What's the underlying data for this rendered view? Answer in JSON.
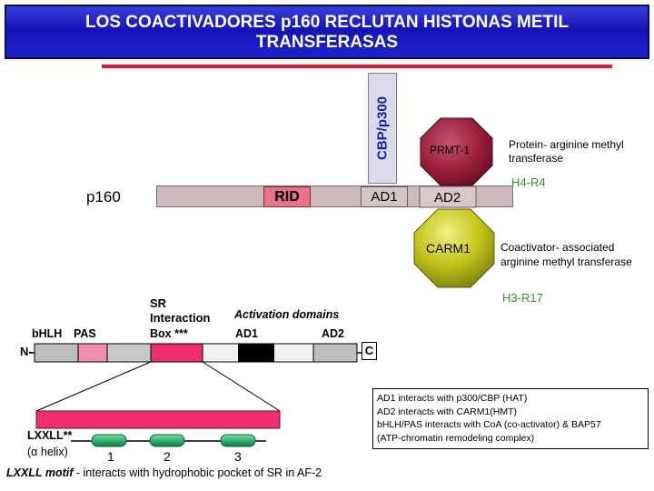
{
  "title": "LOS COACTIVADORES p160 RECLUTAN HISTONAS METIL\nTRANSFERASAS",
  "p160_label": "p160",
  "domains": {
    "rid": "RID",
    "ad1": "AD1",
    "ad2": "AD2"
  },
  "cbp_label": "CBP/p300",
  "prmt_label": "PRMT-1",
  "prmt_description": "Protein- arginine methyl transferase",
  "prmt_target": "H4-R4",
  "carm_label": "CARM1",
  "carm_description": "Coactivator- associated arginine methyl transferase",
  "carm_target": "H3-R17",
  "schematic": {
    "sr_header": "SR\nInteraction",
    "activation_domains": "Activation domains",
    "bhlh": "bHLH",
    "pas": "PAS",
    "box": "Box ***",
    "ad1": "AD1",
    "ad2": "AD2",
    "n_term": "N-",
    "c_term": "C",
    "helix_label": "LXXLL**",
    "helix_sub": "(α helix)",
    "helix_numbers": [
      "1",
      "2",
      "3"
    ],
    "motif_title": "LXXLL motif",
    "motif_text": " - interacts with hydrophobic pocket of SR in AF-2"
  },
  "legend": [
    "AD1 interacts with p300/CBP (HAT)",
    "AD2 interacts with CARM1(HMT)",
    "bHLH/PAS interacts with CoA (co-activator) & BAP57",
    "(ATP-chromatin remodeling complex)"
  ],
  "colors": {
    "title_bg": "#1e22c4",
    "red_accent": "#e0182e",
    "rid": "#e6738a",
    "pink_domain": "#ef2f6e",
    "prmt_fill": "#9c1f3d",
    "carm_fill": "#c3c31a",
    "highlight_text": "#2a9a2a",
    "helix_fill": "#2fae6a"
  }
}
